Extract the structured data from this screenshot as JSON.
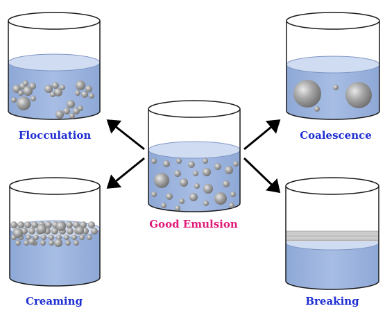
{
  "labels": {
    "flocculation": "Flocculation",
    "coalescence": "Coalescence",
    "good_emulsion": "Good Emulsion",
    "creaming": "Creaming",
    "breaking": "Breaking"
  },
  "colors": {
    "label_blue": "#1f2fd1",
    "label_pink": "#e01a7a",
    "liquid": "#9bb3dc",
    "liquid_top": "#c9d9f0",
    "droplet": "#9a9a9a",
    "arrow": "#000000",
    "glass_outline": "#1a1a1a"
  }
}
